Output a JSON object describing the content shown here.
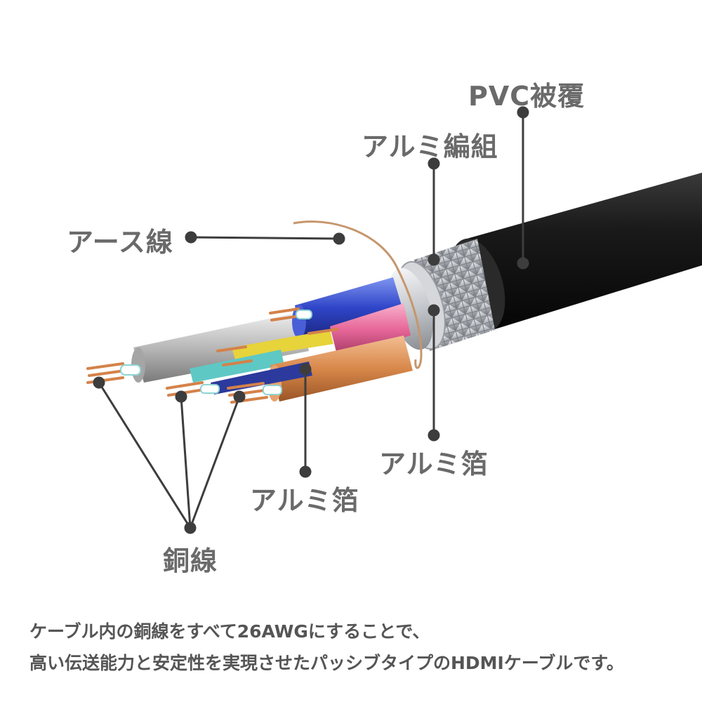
{
  "labels": {
    "pvc_jacket": "PVC被覆",
    "aluminum_braid": "アルミ編組",
    "ground_wire": "アース線",
    "aluminum_foil_outer": "アルミ箔",
    "aluminum_foil_inner": "アルミ箔",
    "copper_wire": "銅線"
  },
  "caption": {
    "line1": "ケーブル内の銅線をすべて26AWGにすることで、",
    "line2": "高い伝送能力と安定性を実現させたパッシブタイプのHDMIケーブルです。"
  },
  "colors": {
    "label_text": "#6a6a6a",
    "leader_line": "#3d3d3d",
    "jacket": "#161616",
    "foil": "#c9ccd0",
    "copper": "#d4824a",
    "blue": "#2f45c8",
    "pink": "#e8689a",
    "orange": "#d8884a",
    "teal": "#5ec8c4",
    "yellow": "#e7d33a"
  }
}
